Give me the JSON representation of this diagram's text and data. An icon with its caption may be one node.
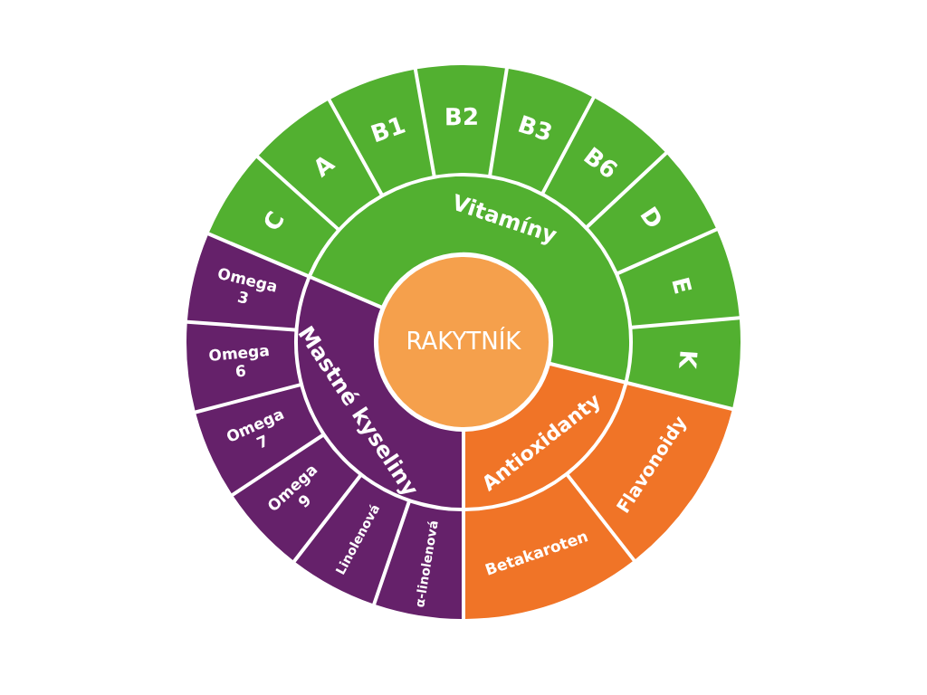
{
  "diagram": {
    "nodes": [
      {
        "text": [
          "RAKYTNÍK"
        ]
      },
      {
        "text": [
          "Vitamíny"
        ]
      },
      {
        "text": [
          "Antioxidanty"
        ]
      },
      {
        "text": [
          "Mastné kyseliny"
        ]
      },
      {
        "text": [
          "C"
        ]
      },
      {
        "text": [
          "A"
        ]
      },
      {
        "text": [
          "B1"
        ]
      },
      {
        "text": [
          "B2"
        ]
      },
      {
        "text": [
          "B3"
        ]
      },
      {
        "text": [
          "B6"
        ]
      },
      {
        "text": [
          "D"
        ]
      },
      {
        "text": [
          "E"
        ]
      },
      {
        "text": [
          "K"
        ]
      },
      {
        "text": [
          "Flavonoidy"
        ]
      },
      {
        "text": [
          "Betakaroten"
        ]
      },
      {
        "text": [
          "α-linolenová"
        ]
      },
      {
        "text": [
          "Linolenová"
        ]
      },
      {
        "text": [
          "Omega 9"
        ]
      },
      {
        "text": [
          "Omega 7"
        ]
      },
      {
        "text": [
          "Omega 6"
        ]
      },
      {
        "text": [
          "Omega 3"
        ]
      }
    ]
  }
}
